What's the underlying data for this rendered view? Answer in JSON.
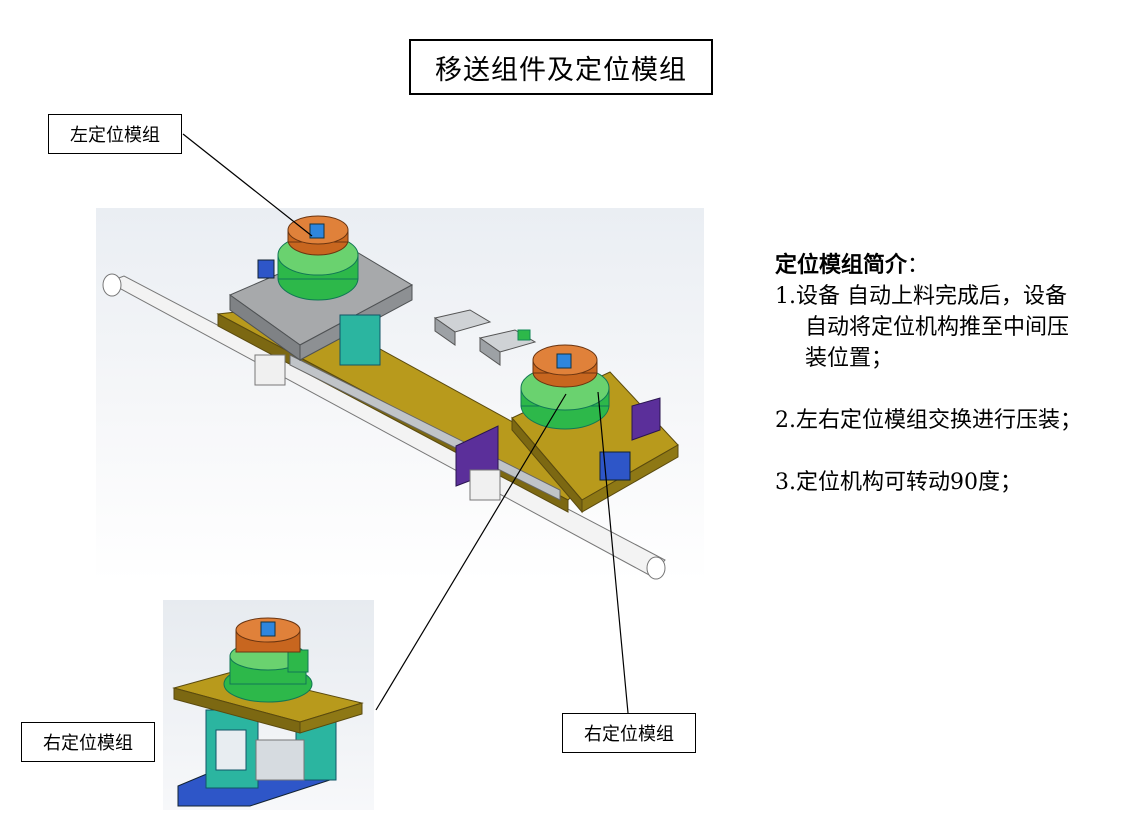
{
  "title": "移送组件及定位模组",
  "callouts": {
    "left_module": "左定位模组",
    "right_module_main": "右定位模组",
    "right_module_detail": "右定位模组"
  },
  "intro": {
    "heading": "定位模组简介",
    "heading_colon": "：",
    "items": [
      {
        "first": "1.设备 自动上料完成后，设备",
        "rest": [
          "自动将定位机构推至中间压",
          "装位置；"
        ]
      },
      {
        "first": "2.左右定位模组交换进行压装；",
        "rest": []
      },
      {
        "first": "3.定位机构可转动90度；",
        "rest": []
      }
    ]
  },
  "colors": {
    "base_gold": "#b89a1c",
    "plate_gray": "#a7a9ab",
    "fixture_green": "#2db84a",
    "top_orange": "#c8661f",
    "bracket_purple": "#5b2f9a",
    "bearing_blue": "#2e56c8",
    "frame_teal": "#2bb5a0"
  }
}
